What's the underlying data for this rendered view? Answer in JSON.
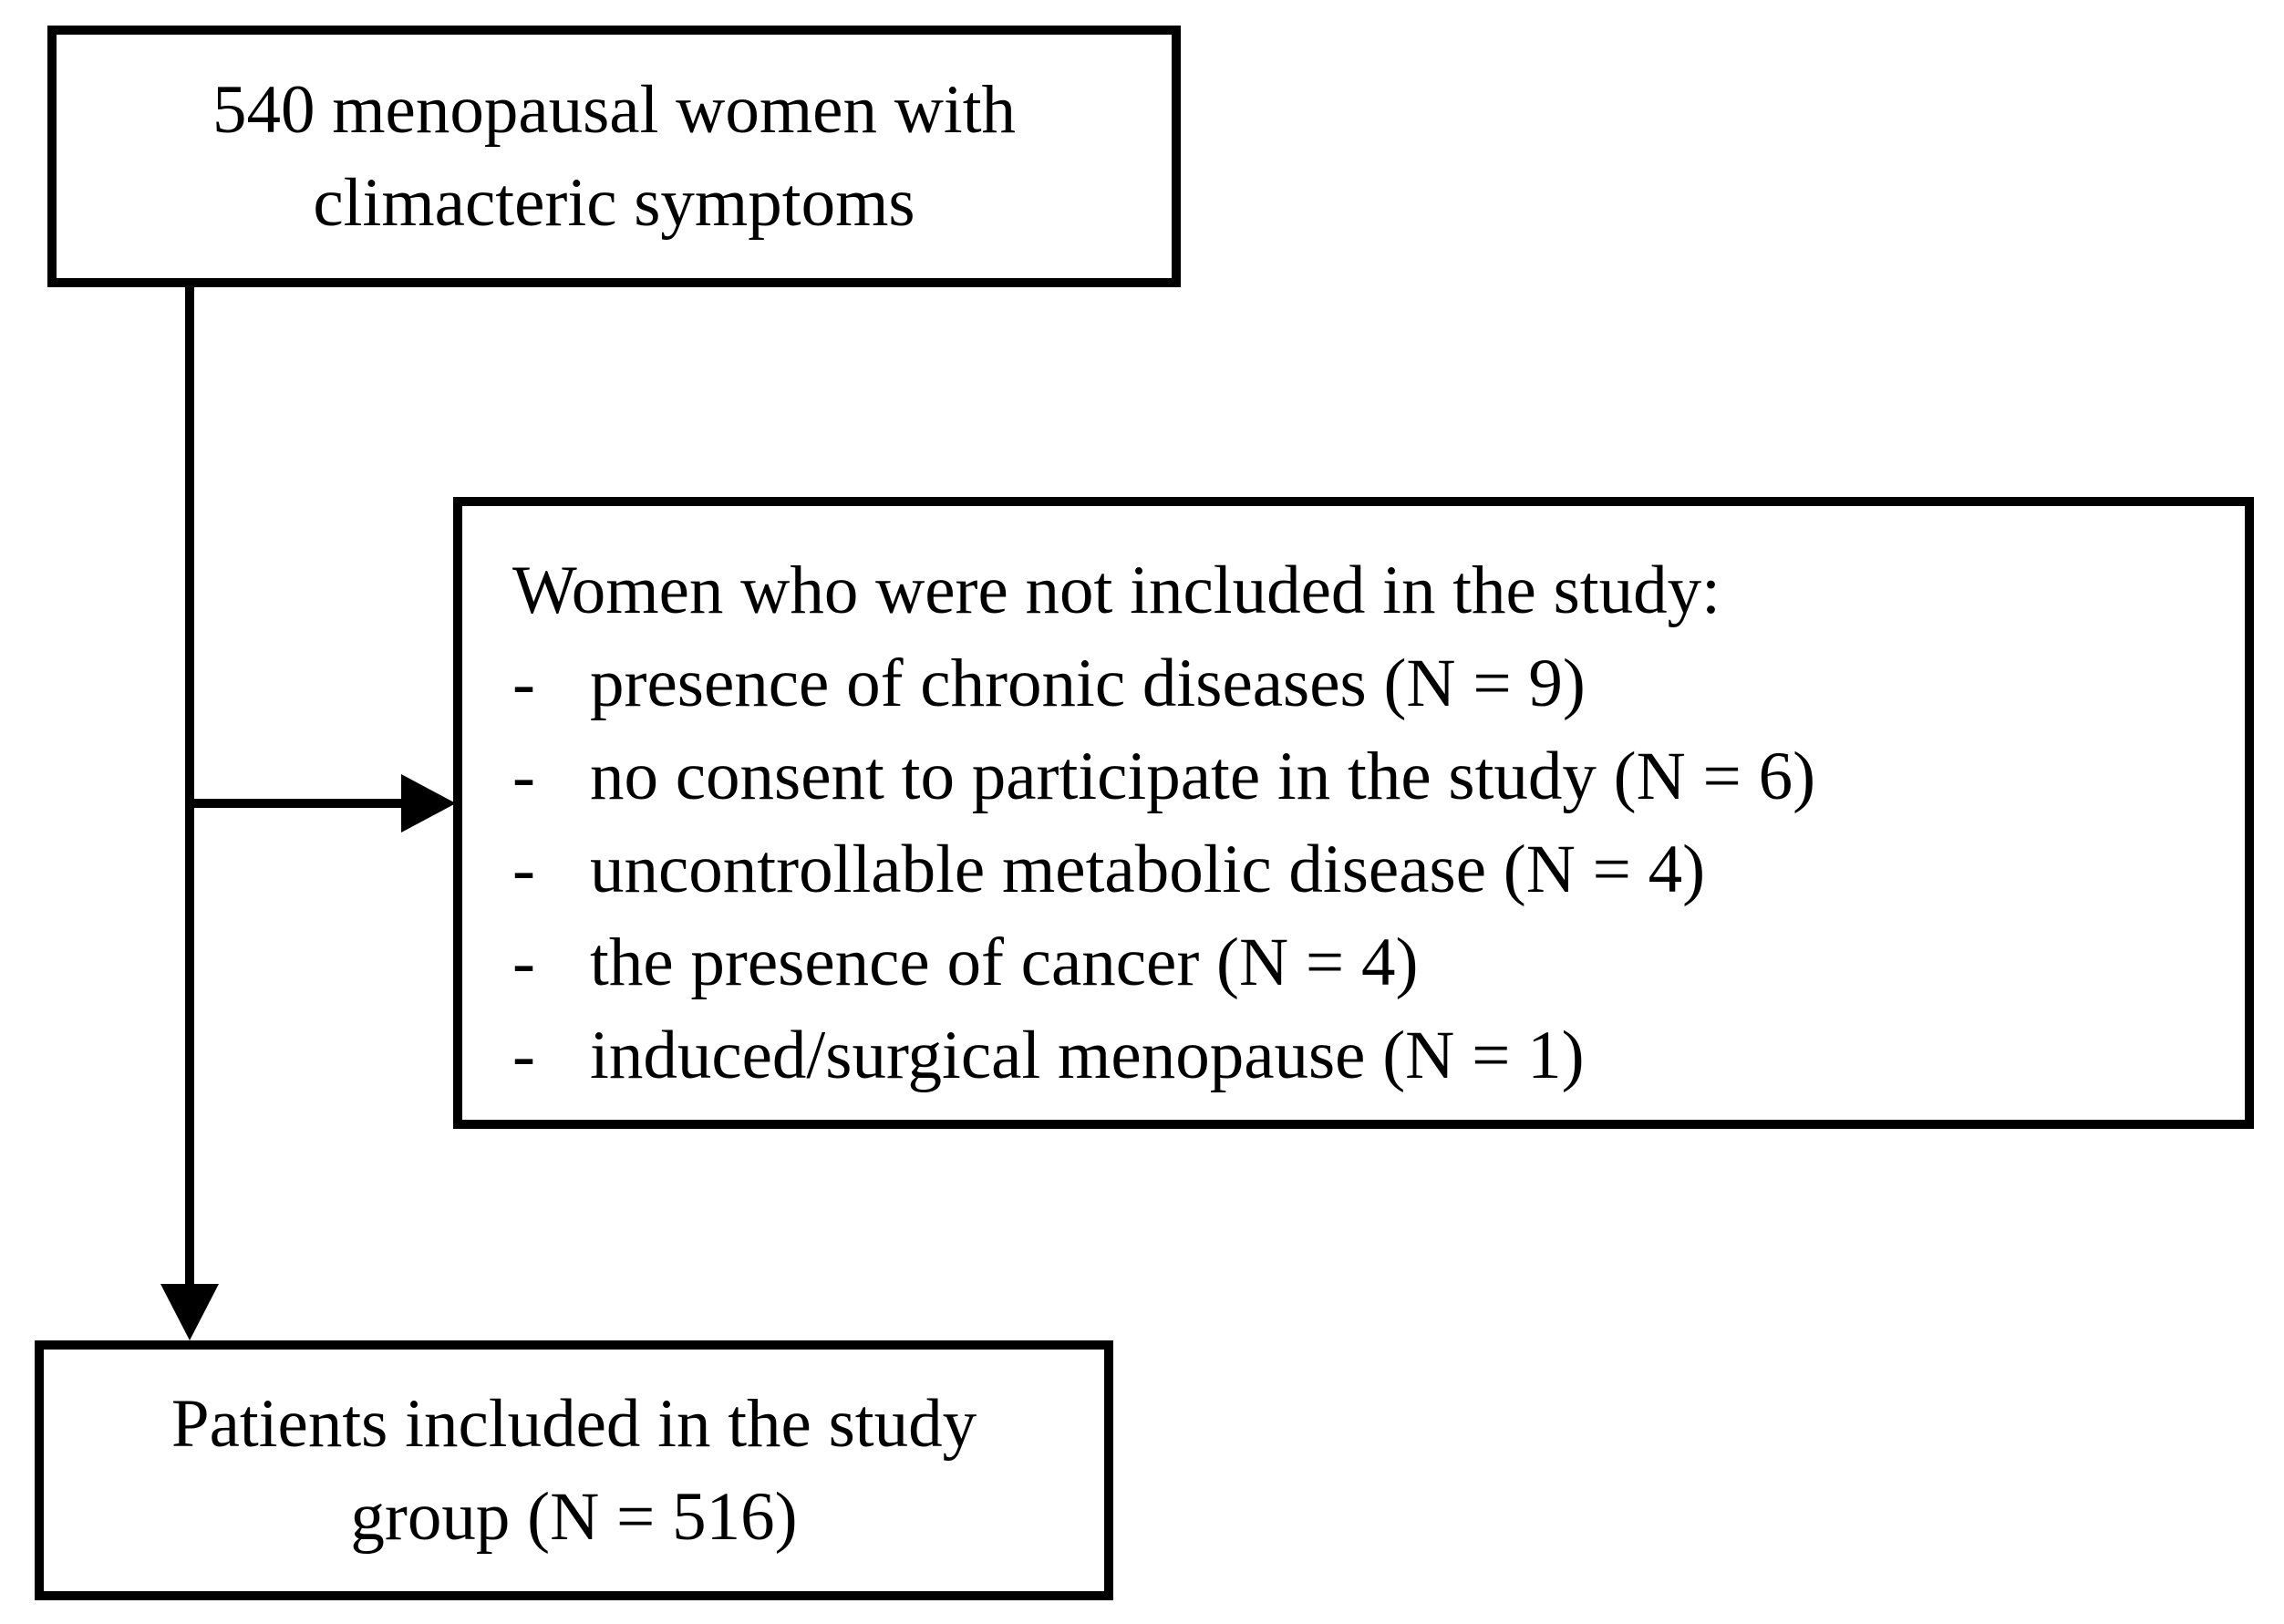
{
  "figure": {
    "kind": "study-flow-diagram",
    "colors": {
      "background": "#ffffff",
      "line": "#000000",
      "text": "#000000"
    },
    "top_box": {
      "line1": "540 menopausal women with",
      "line2": "climacteric symptoms"
    },
    "exclusion_box": {
      "heading": "Women who were not included in the study:",
      "items": [
        {
          "bullet": "-",
          "text": "presence of chronic diseases (N = 9)"
        },
        {
          "bullet": "-",
          "text": "no consent to participate in the study (N = 6)"
        },
        {
          "bullet": "-",
          "text": "uncontrollable metabolic disease (N = 4)"
        },
        {
          "bullet": "-",
          "text": "the presence of cancer (N = 4)"
        },
        {
          "bullet": "-",
          "text": "induced/surgical menopause (N = 1)"
        }
      ]
    },
    "bottom_box": {
      "line1": "Patients included in the study",
      "line2": "group (N = 516)"
    }
  }
}
